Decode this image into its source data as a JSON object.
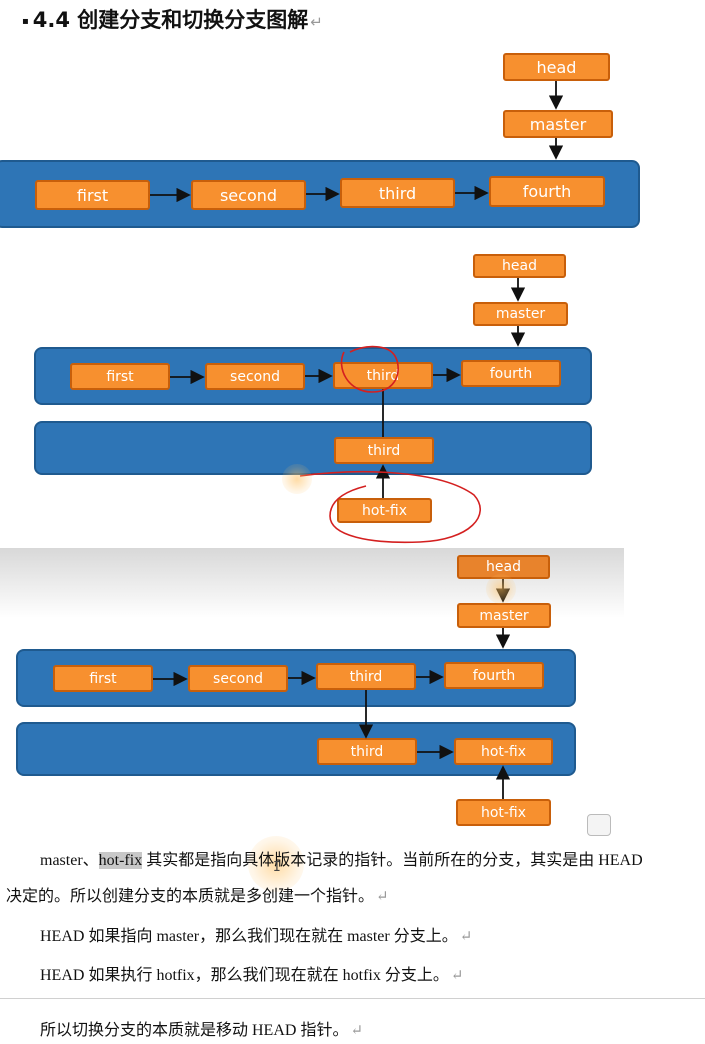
{
  "heading": {
    "bullet": "▪",
    "number": "4.4",
    "title": "创建分支和切换分支图解",
    "return_mark": "↵"
  },
  "diagram1": {
    "head": "head",
    "master": "master",
    "commits": [
      "first",
      "second",
      "third",
      "fourth"
    ]
  },
  "diagram2": {
    "head": "head",
    "master": "master",
    "commits": [
      "first",
      "second",
      "third",
      "fourth"
    ],
    "branch_commit": "third",
    "hotfix": "hot-fix"
  },
  "diagram3": {
    "head": "head",
    "master": "master",
    "commits": [
      "first",
      "second",
      "third",
      "fourth"
    ],
    "branch_commits": [
      "third",
      "hot-fix"
    ],
    "hotfix": "hot-fix"
  },
  "paragraphs": {
    "p1_start": "master、",
    "p1_highlight": "hot-fix",
    "p1_rest": " 其实都是指向具体版本记录的指针。当前所在的分支，其实是由 HEAD",
    "p1_line2": "决定的。所以创建分支的本质就是多创建一个指针。",
    "p2": "HEAD 如果指向 master，那么我们现在就在 master 分支上。",
    "p3": "HEAD 如果执行 hotfix，那么我们现在就在 hotfix 分支上。",
    "p4": "所以切换分支的本质就是移动 HEAD 指针。",
    "return_mark": "↵"
  },
  "colors": {
    "lane": "#2e75b6",
    "node": "#f7902f",
    "annotation": "#d42020"
  }
}
